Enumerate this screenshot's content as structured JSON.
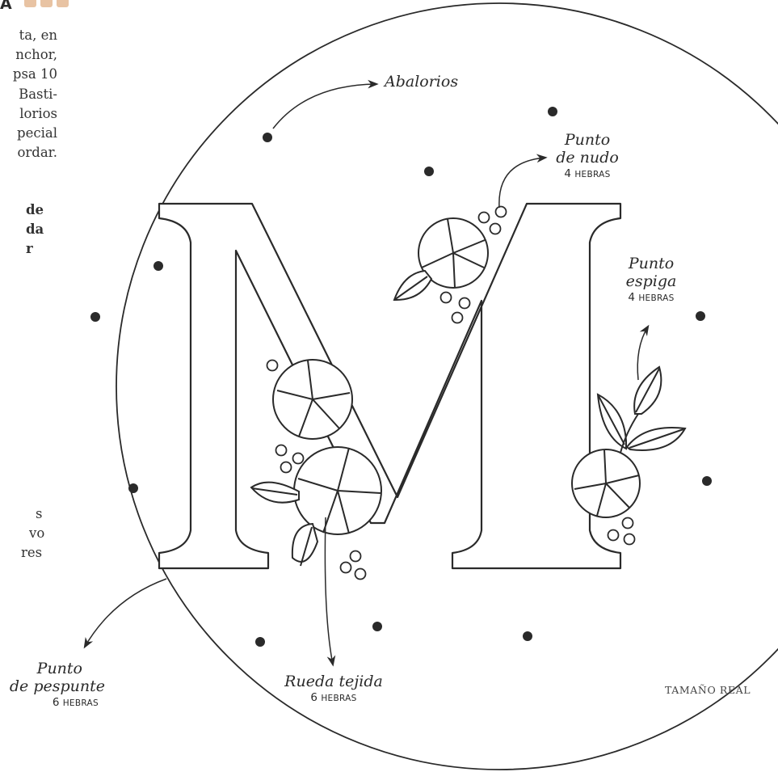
{
  "header_fragment": "A",
  "side_text": {
    "lines": [
      "ta, en",
      "nchor,",
      "psa 10",
      "Basti-",
      "lorios",
      "pecial",
      "ordar."
    ],
    "bold_lines": [
      "de",
      "da",
      "r"
    ],
    "bottom_lines": [
      "s",
      "vo",
      "res"
    ]
  },
  "labels": {
    "abalorios": {
      "name": "Abalorios"
    },
    "punto_de_nudo": {
      "name_line1": "Punto",
      "name_line2": "de nudo",
      "count": "4",
      "unit": "HEBRAS"
    },
    "punto_espiga": {
      "name_line1": "Punto",
      "name_line2": "espiga",
      "count": "4",
      "unit": "HEBRAS"
    },
    "punto_de_pespunte": {
      "name_line1": "Punto",
      "name_line2": "de pespunte",
      "count": "6",
      "unit": "HEBRAS"
    },
    "rueda_tejida": {
      "name": "Rueda tejida",
      "count": "6",
      "unit": "HEBRAS"
    }
  },
  "scale_note": "TAMAÑO REAL",
  "colors": {
    "ink": "#2a2a2a",
    "spool": "#e8c3a3"
  }
}
